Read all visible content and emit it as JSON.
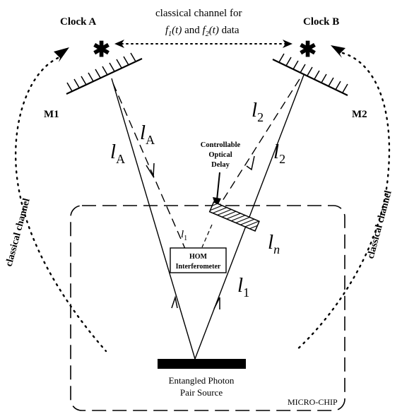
{
  "labels": {
    "clock_a": "Clock A",
    "clock_b": "Clock B",
    "channel_top_line1": "classical channel for",
    "channel_top_f1": "f",
    "channel_top_f1_sub": "1",
    "channel_top_f1_arg": "(t)",
    "channel_top_and": "and",
    "channel_top_f2": "f",
    "channel_top_f2_sub": "2",
    "channel_top_f2_arg": "(t)",
    "channel_top_data": "data",
    "m1": "M1",
    "m2": "M2",
    "la_dashed": "l",
    "la_dashed_sub": "A",
    "la_solid": "l",
    "la_solid_sub": "A",
    "l2_dashed": "l",
    "l2_dashed_sub": "2",
    "l2_solid": "l",
    "l2_solid_sub": "2",
    "delay_line1": "Controllable",
    "delay_line2": "Optical",
    "delay_line3": "Delay",
    "l1_small": "l",
    "l1_small_sub": "1",
    "ln": "l",
    "ln_sub": "n",
    "l1_large": "l",
    "l1_large_sub": "1",
    "hom_line1": "HOM",
    "hom_line2": "Interferometer",
    "classical_left": "classical channel",
    "classical_right": "classical channel",
    "source_line1": "Entangled Photon",
    "source_line2": "Pair Source",
    "microchip": "MICRO-CHIP",
    "star_a": "✱",
    "star_b": "✱"
  }
}
